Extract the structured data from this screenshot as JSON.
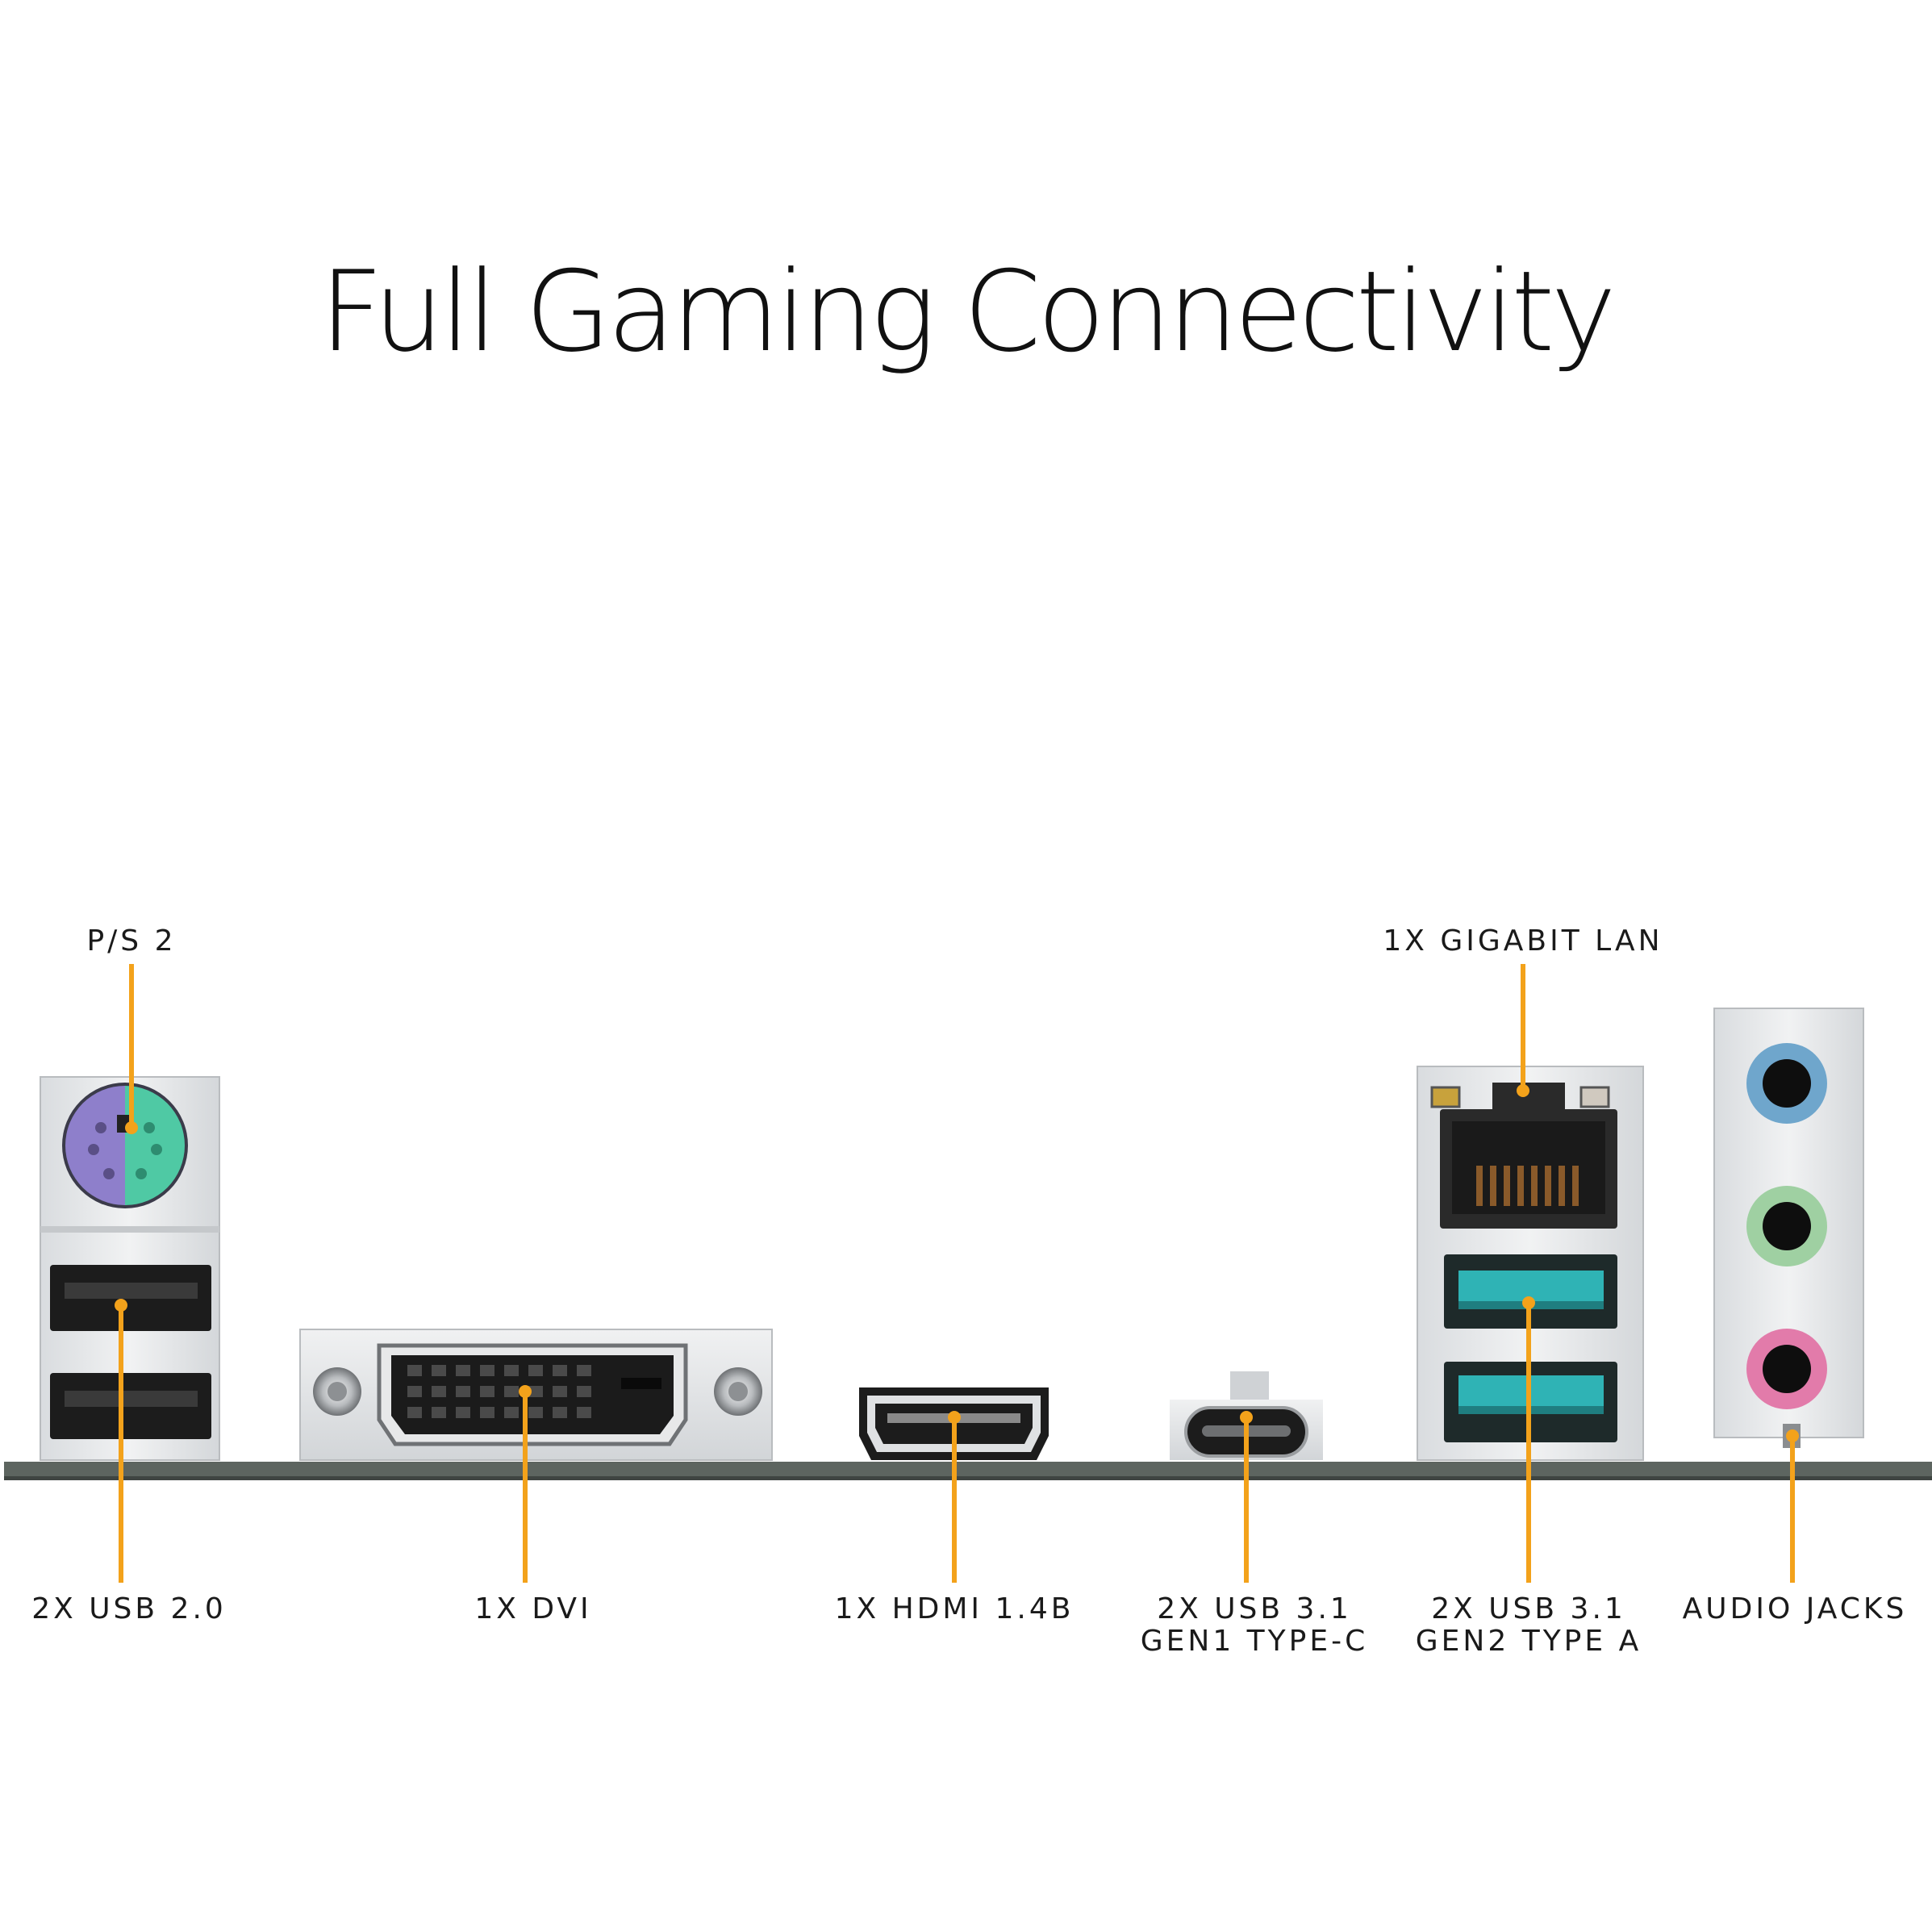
{
  "title": "Full Gaming Connectivity",
  "accent_color": "#F3A21B",
  "labels": {
    "ps2": "P/S 2",
    "lan": "1X GIGABIT LAN",
    "usb20": "2X USB 2.0",
    "dvi": "1X DVI",
    "hdmi": "1X HDMI 1.4B",
    "usbc_line1": "2X USB 3.1",
    "usbc_line2": "GEN1 TYPE-C",
    "usba_line1": "2X USB 3.1",
    "usba_line2": "GEN2 TYPE A",
    "audio": "AUDIO JACKS"
  },
  "ports": [
    {
      "name": "ps2-port",
      "icon": "ps2-connector",
      "colors": [
        "#8E7FCB",
        "#4FC9A4"
      ]
    },
    {
      "name": "usb-2-ports",
      "icon": "usb-a-connector",
      "color": "#1c1c1c"
    },
    {
      "name": "dvi-port",
      "icon": "dvi-connector",
      "color": "#1c1c1c"
    },
    {
      "name": "hdmi-port",
      "icon": "hdmi-connector",
      "color": "#1c1c1c"
    },
    {
      "name": "usb-c-port",
      "icon": "usb-c-connector",
      "color": "#1c1c1c"
    },
    {
      "name": "lan-port",
      "icon": "rj45-connector",
      "color": "#2a2a2a"
    },
    {
      "name": "usb-3-ports",
      "icon": "usb-a-connector",
      "color": "#2FB3B5"
    },
    {
      "name": "audio-jacks",
      "icon": "audio-jack",
      "colors": [
        "#6FA6CC",
        "#9FD0A2",
        "#E27BAA"
      ]
    }
  ]
}
